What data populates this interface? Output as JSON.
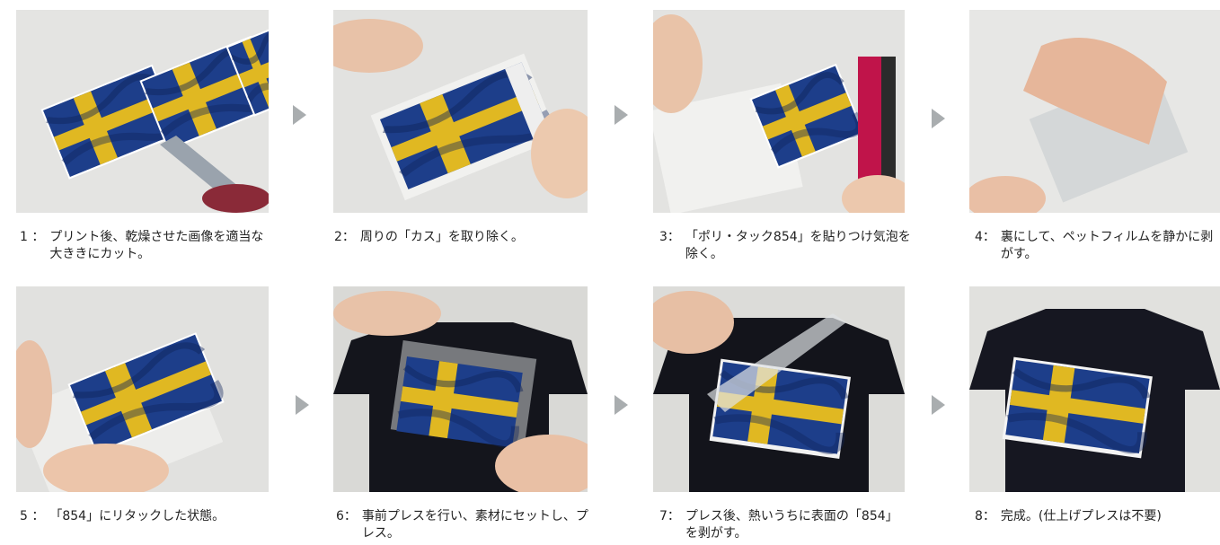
{
  "steps": [
    {
      "num": "1 ：",
      "text": "プリント後、乾燥させた画像を適当な大ききにカット。",
      "image": "photo-cut-print-with-scissors"
    },
    {
      "num": "2：",
      "text": "周りの「カス」を取り除く。",
      "image": "photo-remove-excess"
    },
    {
      "num": "3：",
      "text": "「ポリ・タック854」を貼りつけ気泡を除く。",
      "image": "photo-apply-poly-tack"
    },
    {
      "num": "4：",
      "text": "裏にして、ペットフィルムを静かに剥がす。",
      "image": "photo-peel-pet-film"
    },
    {
      "num": "5 ：",
      "text": "「854」にリタックした状態。",
      "image": "photo-retacked"
    },
    {
      "num": "6：",
      "text": "事前プレスを行い、素材にセットし、プレス。",
      "image": "photo-press-on-shirt"
    },
    {
      "num": "7：",
      "text": "プレス後、熱いうちに表面の「854」を剥がす。",
      "image": "photo-peel-hot"
    },
    {
      "num": "8：",
      "text": "完成。(仕上げプレスは不要)",
      "image": "photo-finished-shirt"
    }
  ],
  "colors": {
    "arrow": "#a9adaf",
    "flag_blue": "#1d3e8a",
    "flag_yellow": "#e0b822",
    "shirt": "#14151c",
    "background": "#dcdcd9"
  },
  "icons": {
    "arrow": "right-triangle-arrow-icon"
  }
}
